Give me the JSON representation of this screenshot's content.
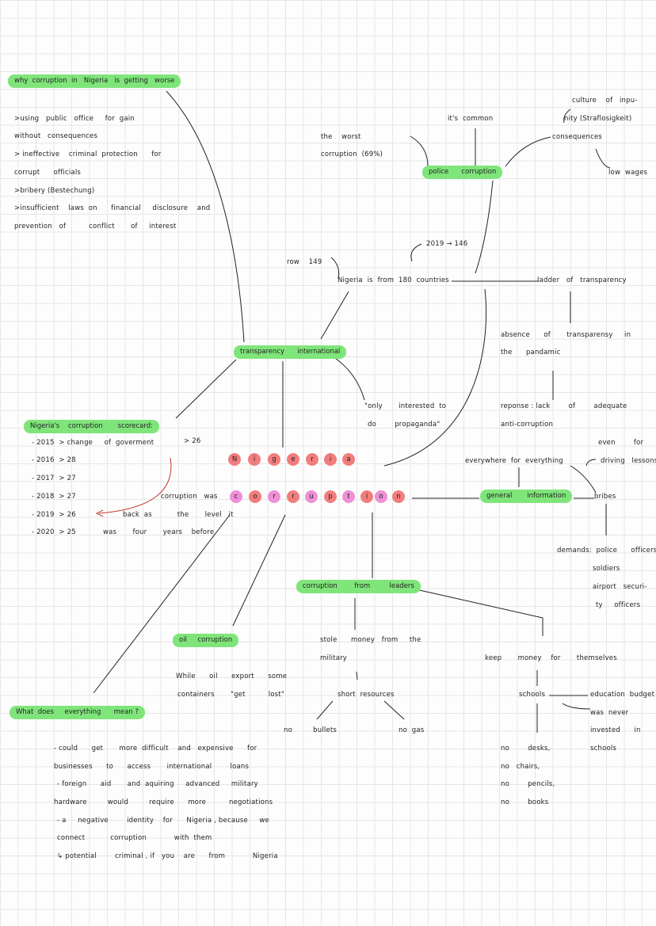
{
  "title_box": "why  corruption  in   Nigeria   is  getting   worse",
  "worse_reasons": [
    ">using   public   office     for  gain",
    "without   consequences",
    "> ineffective    criminal  protection      for",
    "corrupt      officials",
    ">bribery (Bestechung)",
    ">insufficient    laws  on      financial     disclosure    and",
    "prevention   of          conflict       of     interest"
  ],
  "worst_corruption": [
    "the    worst",
    "corruption  (69%)"
  ],
  "its_common": "it's  common",
  "police_corruption": "police      corruption",
  "consequences_label": "consequences",
  "impunity": [
    "culture    of   inpu-",
    "nity (Straflosigkeit)"
  ],
  "low_wages": "low  wages",
  "rank_2019": "2019 → 146",
  "row_149": "row    149",
  "rank_text": "Nigeria  is  from  180  countries",
  "ladder": "ladder   of   transparency",
  "absence": [
    "absence      of       transparensy     in",
    "the      pandamic"
  ],
  "response": [
    "reponse : lack        of        adequate",
    "anti-corruption"
  ],
  "ti_box": "transparency      international",
  "propaganda": [
    "\"only       interested  to",
    "do        propaganda\""
  ],
  "scorecard_box": "Nigeria's    corruption       scorecard:",
  "scorecard_items": [
    "- 2015  > change     of  goverment",
    "- 2016  > 28",
    "- 2017  > 27",
    "- 2018  > 27",
    "- 2019  > 26",
    "- 2020  > 25"
  ],
  "score_26": "> 26",
  "corruption_was": [
    "corruption   was",
    "back  as           the       level   it",
    "was       four       years    before"
  ],
  "nigeria_letters": [
    "N",
    "i",
    "g",
    "e",
    "r",
    "i",
    "a"
  ],
  "corruption_letters": [
    "c",
    "o",
    "r",
    "r",
    "u",
    "p",
    "t",
    "i",
    "o",
    "n"
  ],
  "everywhere": "everywhere  for  everything",
  "even_for": [
    "even        for",
    "driving   lessons"
  ],
  "general_info": "general       information",
  "bribes": "bribes",
  "demands": [
    "demands:  police      officers",
    "soldiers",
    "airport   securi-",
    "ty     officers"
  ],
  "leaders_box": "corruption        from         leaders",
  "oil_box": "oil     corruption",
  "oil_text": [
    "While      oil      export      some",
    "containers       \"get          lost\""
  ],
  "steal": [
    "stole      money   from     the",
    "military"
  ],
  "short_resources": "short  resources",
  "no_bullets": "no         bullets",
  "no_gas": "no  gas",
  "keep_money": "keep       money    for       themselves",
  "schools": "schools",
  "budget": [
    "education  budget",
    "was  never",
    "invested      in",
    "schools"
  ],
  "no_items": [
    "no        desks,",
    "no   chairs,",
    "no        pencils,",
    "no        books"
  ],
  "meaning_box": "What  does     everything      mean ?",
  "meaning_text": [
    "- could      get       more  difficult    and   expensive      for",
    "businesses      to      access       international        loans",
    "- foreign      aid       and  aquiring     advanced     military",
    "hardware         would         require      more          negotiations",
    "- a     negative        identity    for      Nigeria , because     we",
    "connect           corruption            with  them",
    "↳ potential        criminal , if   you    are      from            Nigeria"
  ],
  "colors": {
    "highlight": "#7fe57a",
    "dot_red": "#f27d7d",
    "dot_pink": "#ef8fd6",
    "arrow": "#c0392b"
  }
}
